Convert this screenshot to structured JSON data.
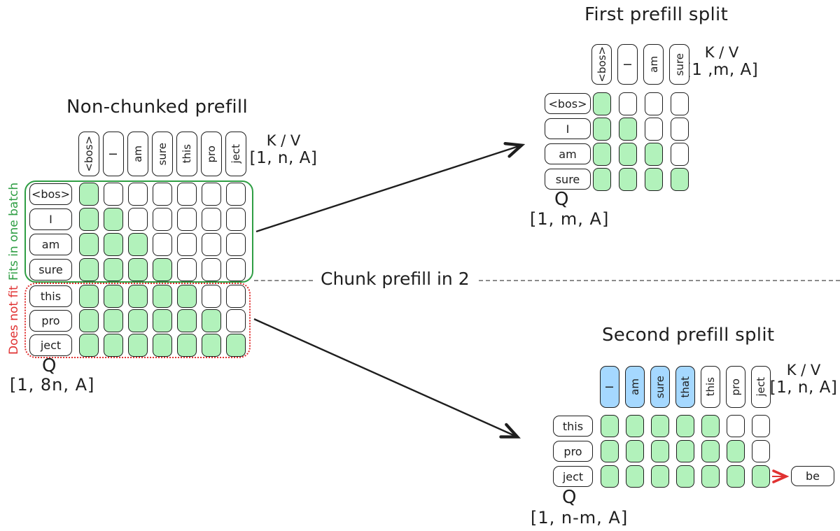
{
  "colors": {
    "ink": "#1e1e1e",
    "cell_filled_green": "#b2f2bb",
    "kv_cached_blue": "#a5d8ff",
    "fits_green": "#2f9e44",
    "overflow_red": "#e03131",
    "divider_gray": "#8b8b8b"
  },
  "divider": {
    "label": "Chunk prefill in 2"
  },
  "panels": {
    "non_chunked": {
      "title": "Non-chunked prefill",
      "kv_label": "K / V",
      "kv_shape": "[1, n, A]",
      "q_label": "Q",
      "q_shape": "[1, 8n, A]",
      "fits_label": "Fits in one batch",
      "overflow_label": "Does not fit",
      "n_cols": 7,
      "columns": [
        {
          "token": "<bos>",
          "highlight": false
        },
        {
          "token": "I",
          "highlight": false
        },
        {
          "token": "am",
          "highlight": false
        },
        {
          "token": "sure",
          "highlight": false
        },
        {
          "token": "this",
          "highlight": false
        },
        {
          "token": "pro",
          "highlight": false
        },
        {
          "token": "ject",
          "highlight": false
        }
      ],
      "rows": [
        {
          "token": "<bos>",
          "filled": 1
        },
        {
          "token": "I",
          "filled": 2
        },
        {
          "token": "am",
          "filled": 3
        },
        {
          "token": "sure",
          "filled": 4
        },
        {
          "token": "this",
          "filled": 5
        },
        {
          "token": "pro",
          "filled": 6
        },
        {
          "token": "ject",
          "filled": 7
        }
      ]
    },
    "first_split": {
      "title": "First prefill split",
      "kv_label": "K / V",
      "kv_shape": "[1 ,m, A]",
      "q_label": "Q",
      "q_shape": "[1, m, A]",
      "n_cols": 4,
      "columns": [
        {
          "token": "<bos>",
          "highlight": false
        },
        {
          "token": "I",
          "highlight": false
        },
        {
          "token": "am",
          "highlight": false
        },
        {
          "token": "sure",
          "highlight": false
        }
      ],
      "rows": [
        {
          "token": "<bos>",
          "filled": 1
        },
        {
          "token": "I",
          "filled": 2
        },
        {
          "token": "am",
          "filled": 3
        },
        {
          "token": "sure",
          "filled": 4
        }
      ]
    },
    "second_split": {
      "title": "Second prefill split",
      "kv_label": "K / V",
      "kv_shape": "[1, n, A]",
      "q_label": "Q",
      "q_shape": "[1, n-m, A]",
      "next_token": "be",
      "n_cols": 7,
      "columns": [
        {
          "token": "I",
          "highlight": true
        },
        {
          "token": "am",
          "highlight": true
        },
        {
          "token": "sure",
          "highlight": true
        },
        {
          "token": "that",
          "highlight": true
        },
        {
          "token": "this",
          "highlight": false
        },
        {
          "token": "pro",
          "highlight": false
        },
        {
          "token": "ject",
          "highlight": false
        }
      ],
      "rows": [
        {
          "token": "this",
          "filled": 5
        },
        {
          "token": "pro",
          "filled": 6
        },
        {
          "token": "ject",
          "filled": 7
        }
      ]
    }
  }
}
